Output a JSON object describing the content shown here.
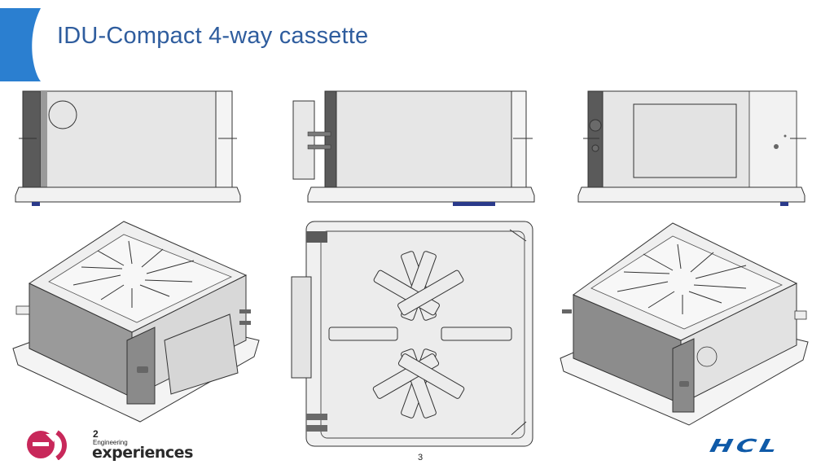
{
  "slide": {
    "title": "IDU-Compact 4-way cassette",
    "page_number": "3"
  },
  "logos": {
    "left": {
      "mark": "e)",
      "superscript": "2",
      "small_text": "Engineering",
      "big_text": "experiences",
      "color": "#c8285a"
    },
    "right": {
      "text": "HCL",
      "color": "#0f5aa8"
    }
  },
  "colors": {
    "title": "#2f5d9e",
    "accent_band": "#2b7fd0"
  }
}
